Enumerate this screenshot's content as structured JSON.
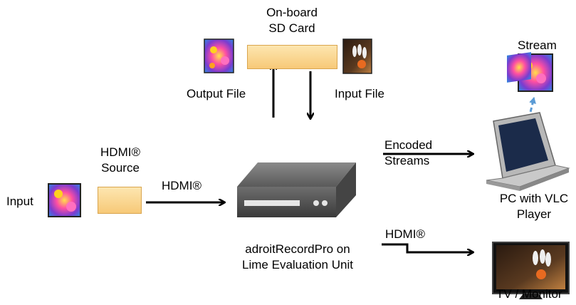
{
  "sd_card": {
    "line1": "On-board",
    "line2": "SD Card"
  },
  "output_file": "Output File",
  "input_file": "Input File",
  "stream": "Stream",
  "hdmi_source": {
    "line1": "HDMI®",
    "line2": "Source"
  },
  "input": "Input",
  "hdmi_link": "HDMI®",
  "device": {
    "line1": "adroitRecordPro on",
    "line2": "Lime Evaluation Unit"
  },
  "encoded_streams": {
    "line1": "Encoded",
    "line2": "Streams"
  },
  "pc": {
    "line1": "PC with VLC",
    "line2": "Player"
  },
  "hdmi_out": "HDMI®",
  "tv": "TV / Monitor",
  "colors": {
    "box_fill": "#f7c978",
    "box_border": "#d9a54e",
    "stream_arrow": "#5b9bd5"
  }
}
